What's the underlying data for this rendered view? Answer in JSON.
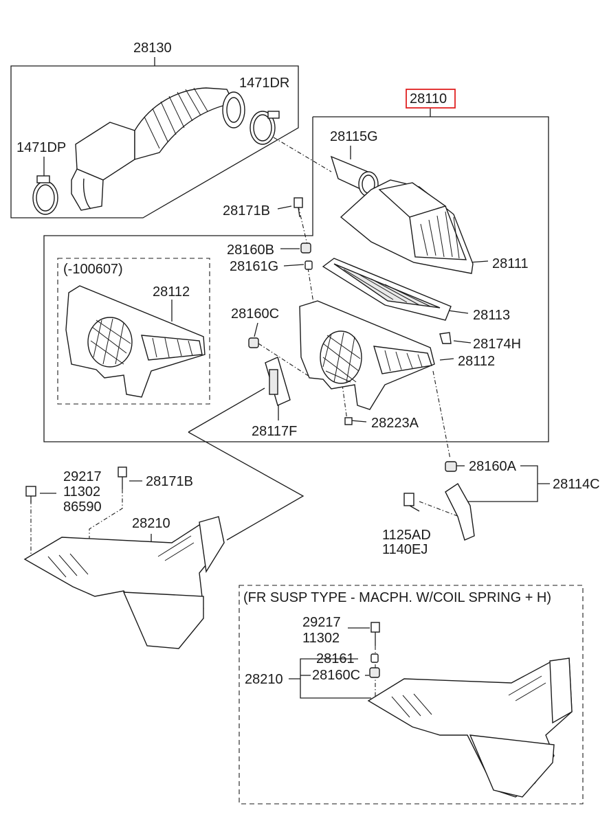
{
  "diagram": {
    "labels": {
      "intake_hose": "28130",
      "clamp_right": "1471DR",
      "clamp_left": "1471DP",
      "air_cleaner_assy": "28110",
      "resonator": "28115G",
      "bolt_top": "28171B",
      "grommet_top": "28160B",
      "collar_top": "28161G",
      "cover": "28111",
      "variant_note": "(-100607)",
      "body_variant": "28112",
      "filter": "28113",
      "grommet_c": "28160C",
      "clip": "28174H",
      "body": "28112",
      "bracket_grommet": "28117F",
      "screw": "28223A",
      "grommet_a": "28160A",
      "bracket_assy": "28114C",
      "bolt_a": "1125AD",
      "bolt_b": "1140EJ",
      "duct_bolt_1": "29217",
      "duct_bolt_2": "11302",
      "duct_bolt_3": "86590",
      "duct_bolt_b": "28171B",
      "duct": "28210",
      "alt_title": "(FR SUSP TYPE - MACPH. W/COIL SPRING + H)",
      "alt_bolt_1": "29217",
      "alt_bolt_2": "11302",
      "alt_collar": "28161",
      "alt_duct": "28210",
      "alt_grommet": "28160C"
    },
    "highlight": {
      "label": "28110",
      "color": "#e02020"
    }
  }
}
